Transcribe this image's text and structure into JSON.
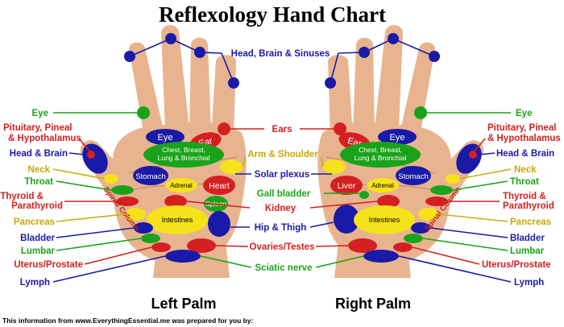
{
  "title": "Reflexology Hand Chart",
  "left_caption": "Left Palm",
  "right_caption": "Right Palm",
  "footer": "This information from www.EverythingEssential.me was prepared for you by:",
  "colors": {
    "blue": "#1a1aa8",
    "green": "#1aa31a",
    "red": "#d42020",
    "yellow": "#f5e21a",
    "brown": "#8a5a1a",
    "skin": "#e8b48f",
    "skin_dark": "#cf9070",
    "maroon": "#c02020"
  },
  "labels": {
    "head_brain_sinuses": "Head, Brain & Sinuses",
    "eye": "Eye",
    "ears": "Ears",
    "arm_shoulder": "Arm & Shoulder",
    "solar_plexus": "Solar plexus",
    "gall_bladder": "Gall bladder",
    "kidney": "Kidney",
    "hip_thigh": "Hip & Thigh",
    "ovaries_testes": "Ovaries/Testes",
    "sciatic_nerve": "Sciatic nerve",
    "pituitary": "Pituitary, Pineal",
    "hypothalamus": "& Hypothalamus",
    "head_brain": "Head & Brain",
    "neck": "Neck",
    "throat": "Throat",
    "thyroid": "Thyroid &",
    "parathyroid": "Parathyroid",
    "pancreas": "Pancreas",
    "bladder": "Bladder",
    "lumbar": "Lumbar",
    "uterus_prostate": "Uterus/Prostate",
    "lymph": "Lymph"
  },
  "zones": {
    "eye": "Eye",
    "ear": "Ear",
    "chest1": "Chest, Breast,",
    "chest2": "Lung & Bronchial",
    "stomach": "Stomach",
    "adrenal": "Adrenal",
    "heart": "Heart",
    "spleen": "Spleen",
    "liver": "Liver",
    "intestines": "Intestines",
    "spinal_column": "Spinal Column"
  }
}
